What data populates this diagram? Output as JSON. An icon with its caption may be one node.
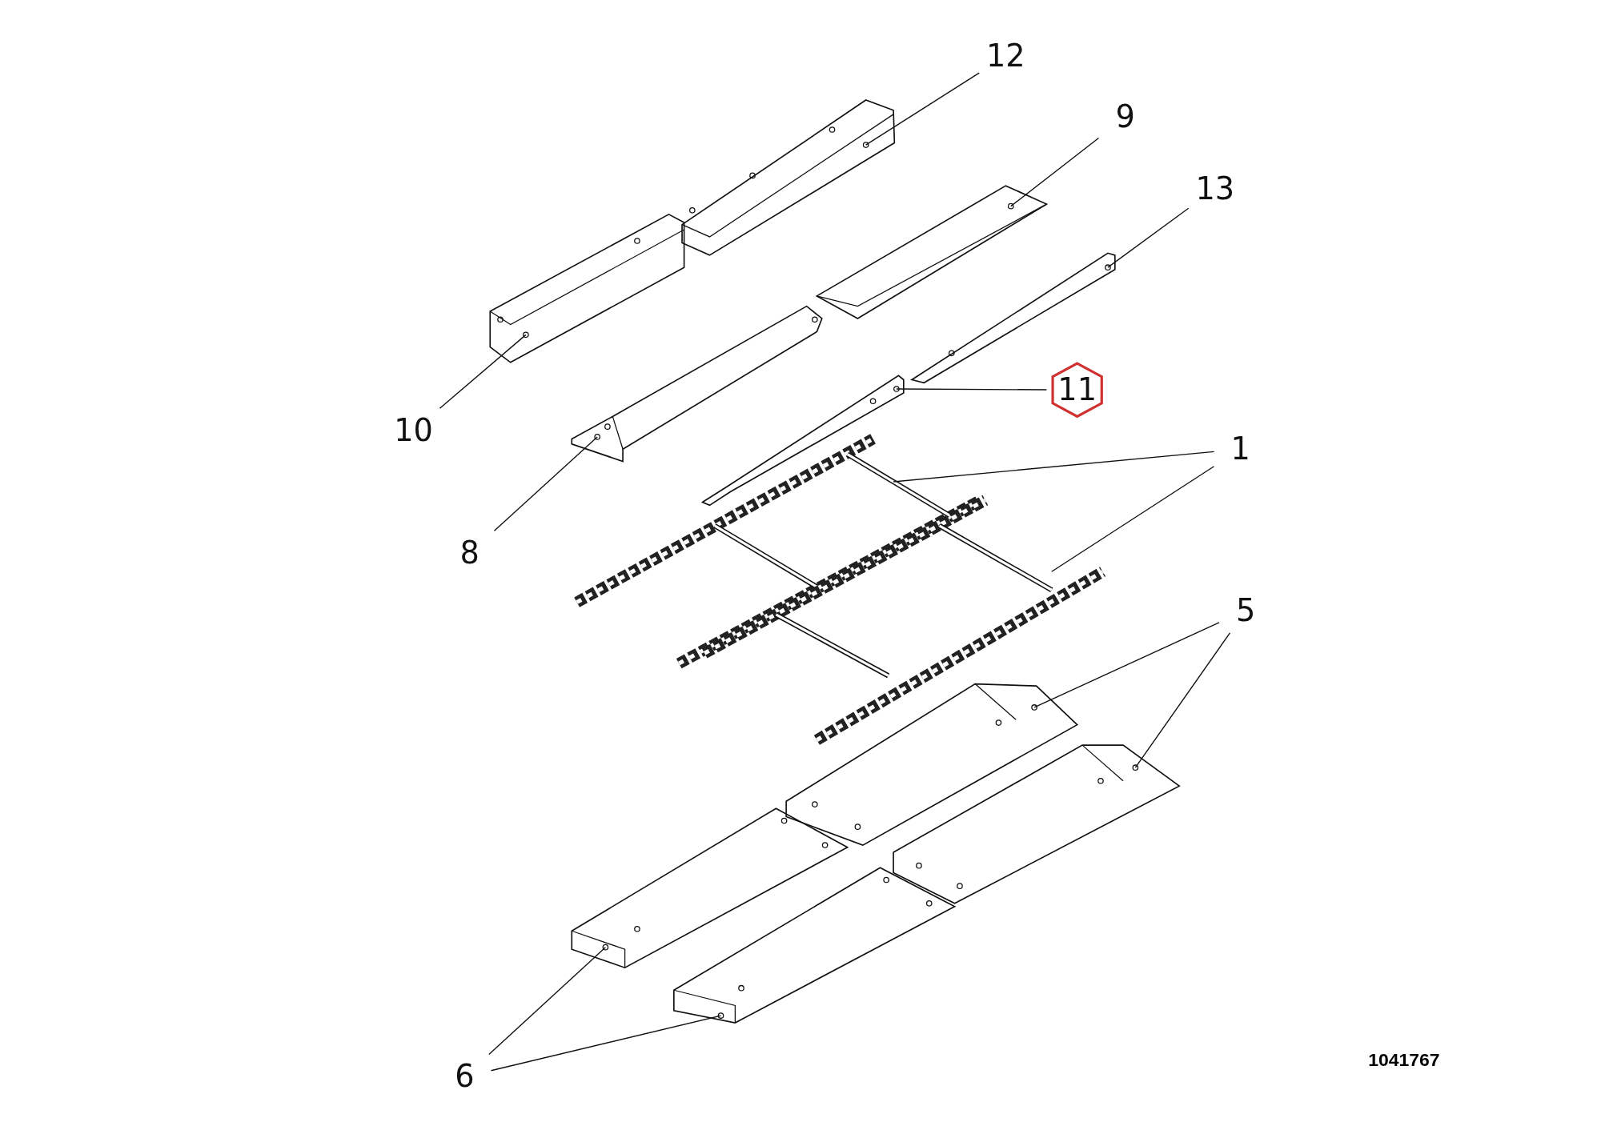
{
  "diagram": {
    "nodes": [
      {
        "text": [
          "12"
        ]
      },
      {
        "text": [
          "9"
        ]
      },
      {
        "text": [
          "13"
        ]
      },
      {
        "text": [
          "10"
        ]
      },
      {
        "text": [
          "11"
        ]
      },
      {
        "text": [
          "8"
        ]
      },
      {
        "text": [
          "1"
        ]
      },
      {
        "text": [
          "5"
        ]
      },
      {
        "text": [
          "6"
        ]
      },
      {
        "text": [],
        "shape": "picture"
      },
      {
        "text": [],
        "shape": "picture"
      },
      {
        "text": [],
        "shape": "picture"
      },
      {
        "text": [],
        "shape": "picture"
      },
      {
        "text": [],
        "shape": "picture"
      },
      {
        "text": [],
        "shape": "picture"
      },
      {
        "text": [],
        "shape": "picture"
      },
      {
        "text": [],
        "shape": "picture"
      },
      {
        "text": [],
        "shape": "picture"
      },
      {
        "text": [],
        "shape": "picture"
      },
      {
        "text": [],
        "shape": "picture"
      },
      {
        "text": [],
        "shape": "picture"
      }
    ],
    "edges": [
      {
        "from": 0,
        "to": 9,
        "arrow": "none"
      },
      {
        "from": 1,
        "to": 10,
        "arrow": "none"
      },
      {
        "from": 2,
        "to": 11,
        "arrow": "none"
      },
      {
        "from": 3,
        "to": 12,
        "arrow": "none"
      },
      {
        "from": 4,
        "to": 14,
        "arrow": "none"
      },
      {
        "from": 5,
        "to": 13,
        "arrow": "none"
      },
      {
        "from": 6,
        "to": 15,
        "arrow": "none"
      },
      {
        "from": 6,
        "to": 16,
        "arrow": "none"
      },
      {
        "from": 7,
        "to": 17,
        "arrow": "none"
      },
      {
        "from": 7,
        "to": 18,
        "arrow": "none"
      },
      {
        "from": 8,
        "to": 19,
        "arrow": "none"
      },
      {
        "from": 8,
        "to": 20,
        "arrow": "none"
      }
    ],
    "labels": [
      "1041767"
    ]
  }
}
